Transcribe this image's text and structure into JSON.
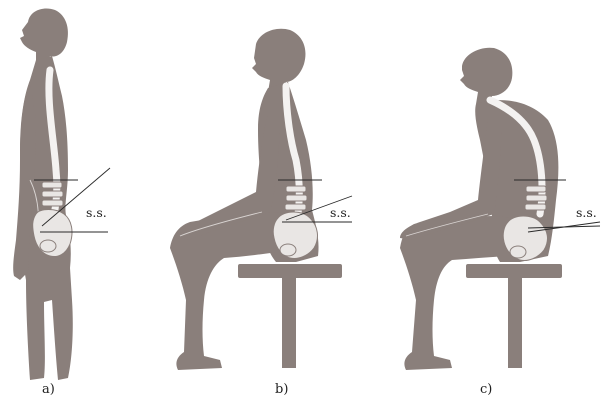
{
  "figure": {
    "panels": [
      {
        "caption": "a)",
        "annotation": "s.s.",
        "posture": "standing"
      },
      {
        "caption": "b)",
        "annotation": "s.s.",
        "posture": "upright sitting"
      },
      {
        "caption": "c)",
        "annotation": "s.s.",
        "posture": "slumped sitting"
      }
    ],
    "colors": {
      "figure": "#8a7f7b",
      "bone": "#e9e6e4",
      "line": "#2a2a2a"
    }
  }
}
